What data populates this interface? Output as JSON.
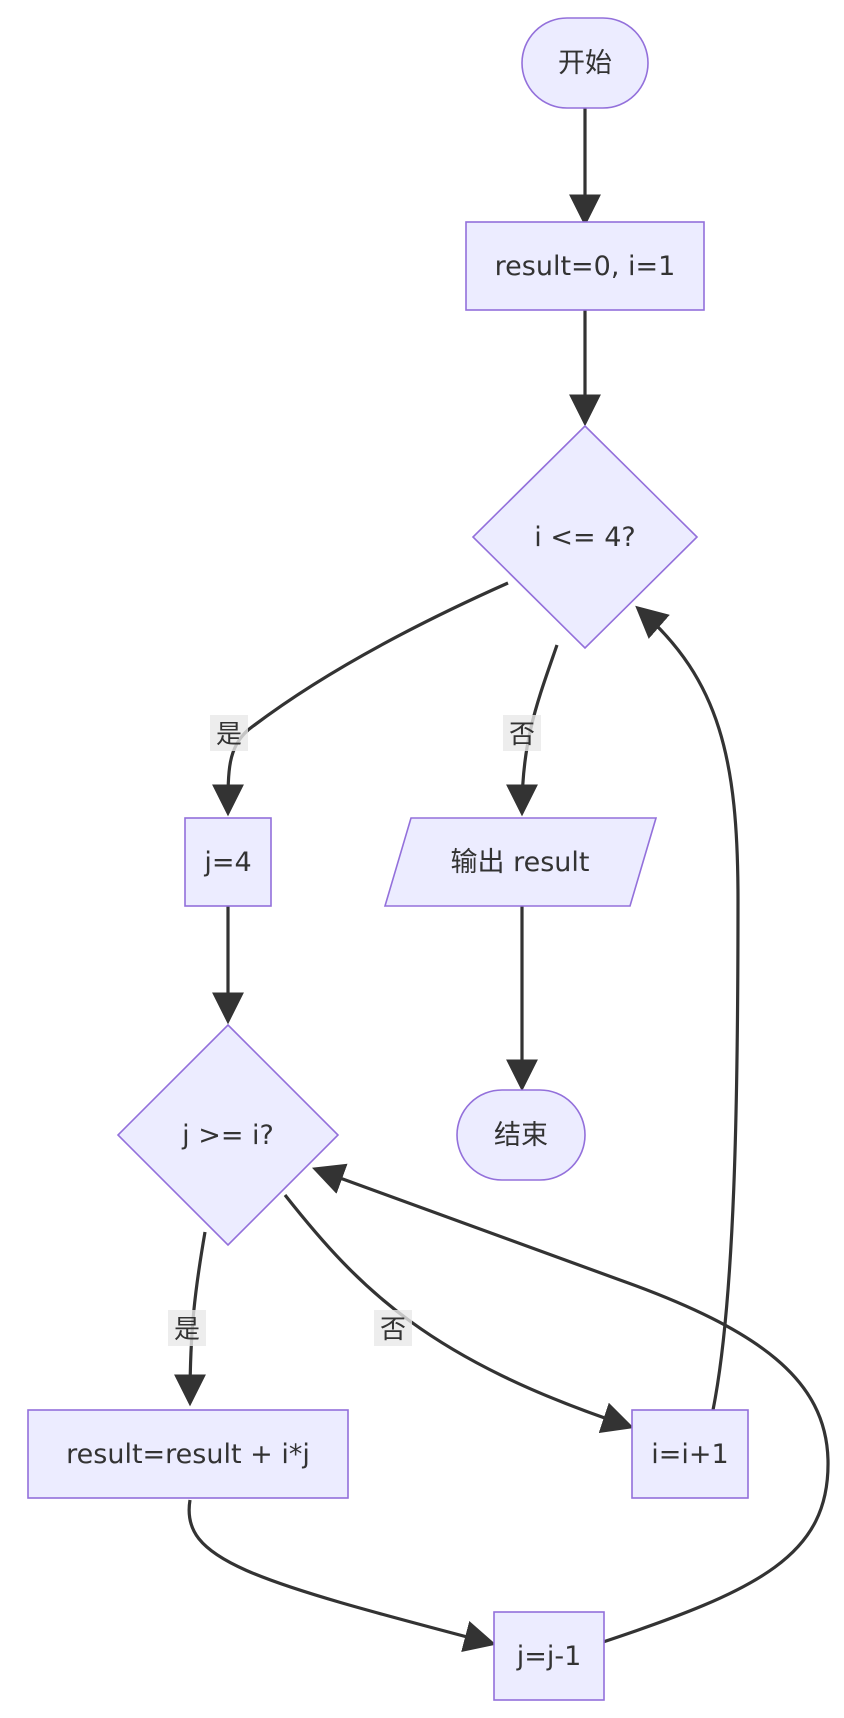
{
  "nodes": {
    "start": "开始",
    "init": "result=0, i=1",
    "cond_i": "i <= 4?",
    "set_j": "j=4",
    "output": "输出 result",
    "end": "结束",
    "cond_j": "j >= i?",
    "accumulate": "result=result + i*j",
    "inc_i": "i=i+1",
    "dec_j": "j=j-1"
  },
  "edge_labels": {
    "cond_i_yes": "是",
    "cond_i_no": "否",
    "cond_j_yes": "是",
    "cond_j_no": "否"
  },
  "colors": {
    "node_fill": "#ececff",
    "node_stroke": "#9370db",
    "edge": "#333333",
    "text": "#333333"
  }
}
